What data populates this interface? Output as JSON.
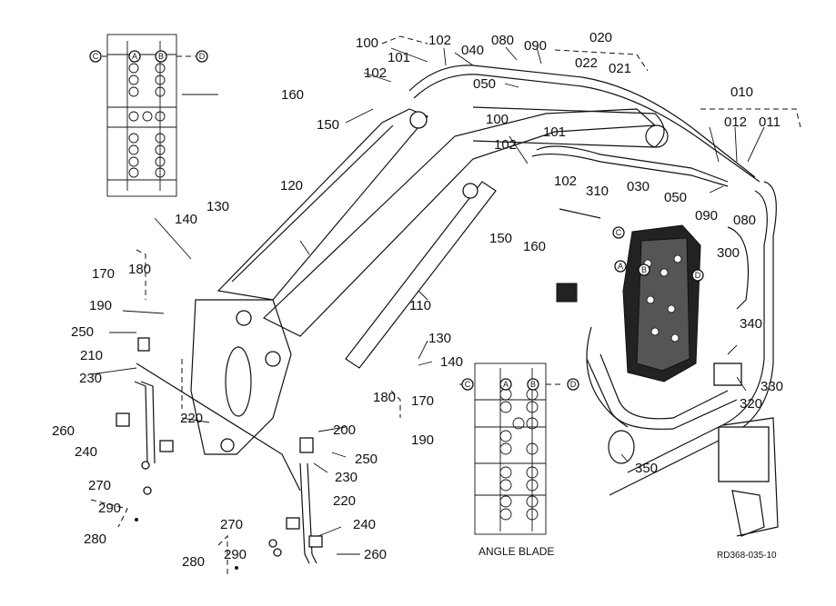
{
  "diagram": {
    "reference_code": "RD368-035-10",
    "caption": "ANGLE BLADE",
    "port_letters": {
      "c": "C",
      "a": "A",
      "b": "B",
      "d": "D"
    },
    "labels": {
      "p100_top": "100",
      "p102_top": "102",
      "p040": "040",
      "p080_top": "080",
      "p090_top": "090",
      "p020": "020",
      "p022": "022",
      "p021": "021",
      "p101_top": "101",
      "p102_mid": "102",
      "p050_top": "050",
      "p160_top": "160",
      "p150_top": "150",
      "p010": "010",
      "p012": "012",
      "p011": "011",
      "p100_mid": "100",
      "p102_mid2": "102",
      "p101_mid": "101",
      "p102_low": "102",
      "p030": "030",
      "p050_low": "050",
      "p090_low": "090",
      "p080_low": "080",
      "p120": "120",
      "p310": "310",
      "p150_low": "150",
      "p160_low": "160",
      "p130_left": "130",
      "p140_left": "140",
      "p170_left": "170",
      "p180_left": "180",
      "p300": "300",
      "p190_left": "190",
      "p110": "110",
      "p250_left": "250",
      "p340": "340",
      "p210": "210",
      "p130_right": "130",
      "p140_right": "140",
      "p330": "330",
      "p230_left": "230",
      "p180_right": "180",
      "p170_right": "170",
      "p320": "320",
      "p220_left": "220",
      "p260_left": "260",
      "p190_right": "190",
      "p200": "200",
      "p240_left": "240",
      "p250_right": "250",
      "p350": "350",
      "p230_right": "230",
      "p270_left": "270",
      "p290_left": "290",
      "p220_right": "220",
      "p280_left": "280",
      "p270_right": "270",
      "p240_right": "240",
      "p290_right": "290",
      "p260_right": "260",
      "p280_right": "280"
    }
  }
}
